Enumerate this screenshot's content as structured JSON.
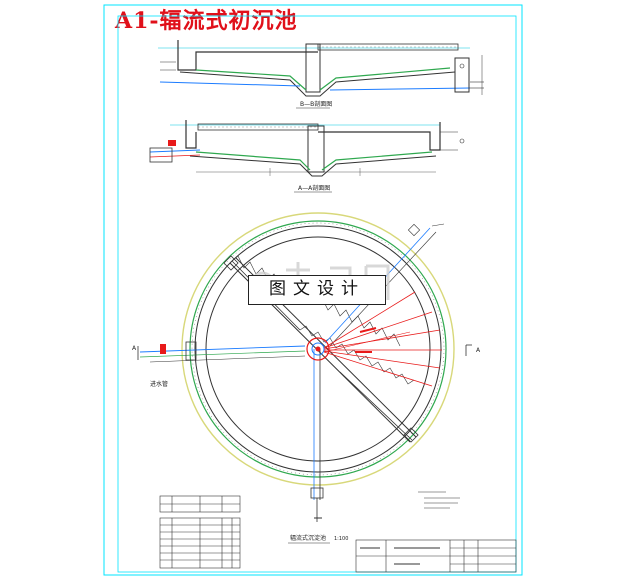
{
  "title": "A1-辐流式初沉池",
  "watermark": "图文设计",
  "section_b": "B—B剖面图",
  "section_a": "A—A剖面图",
  "plan_label": "辐流式沉淀池",
  "plan_scale": "1:100",
  "section_marker": "A",
  "pipe_note": "进水管",
  "colors": {
    "title": "#e0101a",
    "frame": "#00e5ff",
    "outer_ring": "#d8d87a",
    "red_lines": "#e81a1a",
    "green_lines": "#2fa84f",
    "blue_lines": "#1c7cff"
  }
}
